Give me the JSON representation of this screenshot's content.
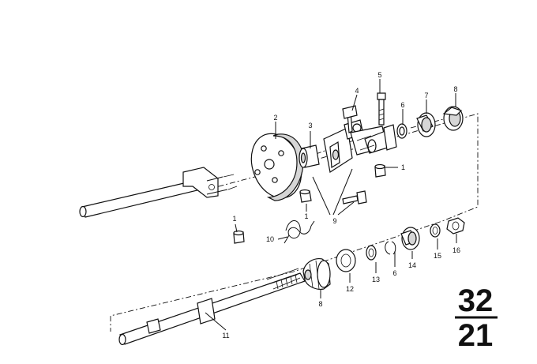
{
  "group_number": {
    "top": "32",
    "bottom": "21"
  },
  "callouts": [
    {
      "id": "c-1a",
      "label": "1"
    },
    {
      "id": "c-1b",
      "label": "1"
    },
    {
      "id": "c-1c",
      "label": "1"
    },
    {
      "id": "c-2",
      "label": "2"
    },
    {
      "id": "c-3",
      "label": "3"
    },
    {
      "id": "c-4",
      "label": "4"
    },
    {
      "id": "c-5",
      "label": "5"
    },
    {
      "id": "c-6a",
      "label": "6"
    },
    {
      "id": "c-6b",
      "label": "6"
    },
    {
      "id": "c-7",
      "label": "7"
    },
    {
      "id": "c-8a",
      "label": "8"
    },
    {
      "id": "c-8b",
      "label": "8"
    },
    {
      "id": "c-9",
      "label": "9"
    },
    {
      "id": "c-10",
      "label": "10"
    },
    {
      "id": "c-11",
      "label": "11"
    },
    {
      "id": "c-12",
      "label": "12"
    },
    {
      "id": "c-13",
      "label": "13"
    },
    {
      "id": "c-14",
      "label": "14"
    },
    {
      "id": "c-15",
      "label": "15"
    },
    {
      "id": "c-16",
      "label": "16"
    }
  ]
}
